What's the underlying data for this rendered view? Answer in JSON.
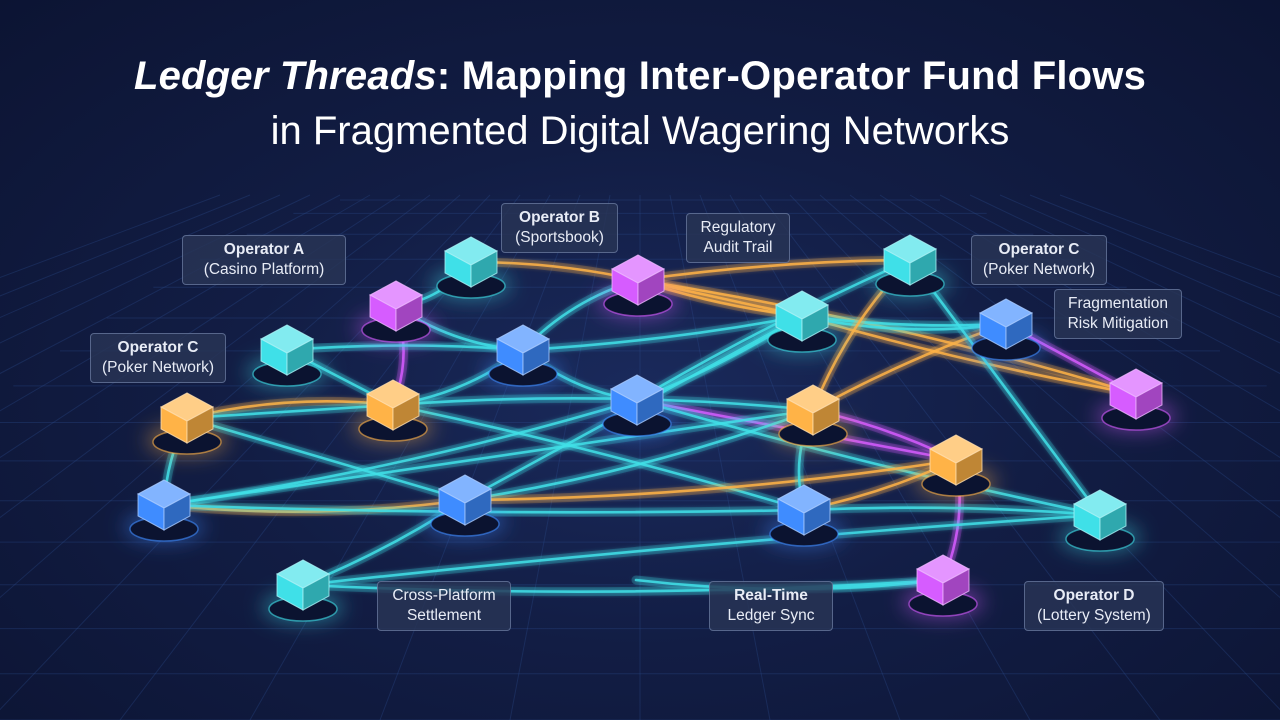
{
  "header": {
    "title_accent": "Ledger Threads",
    "title_rest": ": Mapping Inter-Operator Fund Flows",
    "subtitle": "in Fragmented Digital Wagering Networks"
  },
  "colors": {
    "cyan": "#3fe0e8",
    "blue": "#3f8cff",
    "magenta": "#d65cff",
    "orange": "#ffb347",
    "background": "#121d44"
  },
  "labels": [
    {
      "id": "op-a",
      "line1": "Operator A",
      "line2": "(Casino Platform)",
      "bold": true
    },
    {
      "id": "op-b",
      "line1": "Operator B",
      "line2": "(Sportsbook)",
      "bold": true
    },
    {
      "id": "reg-audit",
      "line1": "Regulatory",
      "line2": "Audit Trail",
      "bold": false
    },
    {
      "id": "op-c-right",
      "line1": "Operator C",
      "line2": "(Poker Network)",
      "bold": true
    },
    {
      "id": "frag-risk",
      "line1": "Fragmentation",
      "line2": "Risk Mitigation",
      "bold": false
    },
    {
      "id": "op-c-left",
      "line1": "Operator C",
      "line2": "(Poker Network)",
      "bold": true
    },
    {
      "id": "cross-platform",
      "line1": "Cross-Platform",
      "line2": "Settlement",
      "bold": false
    },
    {
      "id": "real-time",
      "line1": "Real-Time",
      "line2": "Ledger Sync",
      "bold": false
    },
    {
      "id": "op-d",
      "line1": "Operator D",
      "line2": "(Lottery System)",
      "bold": true
    }
  ],
  "nodes": [
    {
      "id": "n1",
      "color": "cyan"
    },
    {
      "id": "n2",
      "color": "magenta"
    },
    {
      "id": "n3",
      "color": "cyan"
    },
    {
      "id": "n4",
      "color": "cyan"
    },
    {
      "id": "n5",
      "color": "magenta"
    },
    {
      "id": "n6",
      "color": "blue"
    },
    {
      "id": "n7",
      "color": "cyan"
    },
    {
      "id": "n8",
      "color": "blue"
    },
    {
      "id": "n9",
      "color": "orange"
    },
    {
      "id": "n10",
      "color": "orange"
    },
    {
      "id": "n11",
      "color": "blue"
    },
    {
      "id": "n12",
      "color": "blue"
    },
    {
      "id": "n13",
      "color": "magenta"
    },
    {
      "id": "n14",
      "color": "orange"
    },
    {
      "id": "n15",
      "color": "blue"
    },
    {
      "id": "n16",
      "color": "orange"
    },
    {
      "id": "n17",
      "color": "blue"
    },
    {
      "id": "n18",
      "color": "cyan"
    },
    {
      "id": "n19",
      "color": "cyan"
    },
    {
      "id": "n20",
      "color": "cyan"
    },
    {
      "id": "n21",
      "color": "magenta"
    }
  ],
  "edges": [
    {
      "from": "n1",
      "to": "n5",
      "color": "cyan"
    },
    {
      "from": "n1",
      "to": "n2",
      "color": "orange"
    },
    {
      "from": "n2",
      "to": "n4",
      "color": "orange"
    },
    {
      "from": "n2",
      "to": "n7",
      "color": "orange"
    },
    {
      "from": "n2",
      "to": "n6",
      "color": "cyan"
    },
    {
      "from": "n2",
      "to": "n13",
      "color": "orange"
    },
    {
      "from": "n2",
      "to": "n18",
      "color": "orange"
    },
    {
      "from": "n4",
      "to": "n7",
      "color": "cyan"
    },
    {
      "from": "n4",
      "to": "n12",
      "color": "cyan"
    },
    {
      "from": "n5",
      "to": "n6",
      "color": "cyan"
    },
    {
      "from": "n5",
      "to": "n9",
      "color": "magenta"
    },
    {
      "from": "n3",
      "to": "n6",
      "color": "cyan"
    },
    {
      "from": "n3",
      "to": "n9",
      "color": "cyan"
    },
    {
      "from": "n6",
      "to": "n7",
      "color": "cyan"
    },
    {
      "from": "n6",
      "to": "n8",
      "color": "cyan"
    },
    {
      "from": "n6",
      "to": "n9",
      "color": "cyan"
    },
    {
      "from": "n7",
      "to": "n8",
      "color": "cyan"
    },
    {
      "from": "n7",
      "to": "n11",
      "color": "cyan"
    },
    {
      "from": "n7",
      "to": "n13",
      "color": "orange"
    },
    {
      "from": "n7",
      "to": "n12",
      "color": "cyan"
    },
    {
      "from": "n8",
      "to": "n15",
      "color": "cyan"
    },
    {
      "from": "n8",
      "to": "n18",
      "color": "cyan"
    },
    {
      "from": "n8",
      "to": "n14",
      "color": "magenta"
    },
    {
      "from": "n8",
      "to": "n19",
      "color": "cyan"
    },
    {
      "from": "n9",
      "to": "n10",
      "color": "orange"
    },
    {
      "from": "n9",
      "to": "n16",
      "color": "cyan"
    },
    {
      "from": "n9",
      "to": "n17",
      "color": "cyan"
    },
    {
      "from": "n10",
      "to": "n11",
      "color": "cyan"
    },
    {
      "from": "n10",
      "to": "n15",
      "color": "cyan"
    },
    {
      "from": "n11",
      "to": "n16",
      "color": "cyan"
    },
    {
      "from": "n11",
      "to": "n15",
      "color": "orange"
    },
    {
      "from": "n11",
      "to": "n20",
      "color": "cyan"
    },
    {
      "from": "n12",
      "to": "n13",
      "color": "magenta"
    },
    {
      "from": "n12",
      "to": "n16",
      "color": "orange"
    },
    {
      "from": "n11",
      "to": "n14",
      "color": "orange"
    },
    {
      "from": "n14",
      "to": "n21",
      "color": "magenta"
    },
    {
      "from": "n14",
      "to": "n17",
      "color": "orange"
    },
    {
      "from": "n15",
      "to": "n16",
      "color": "cyan"
    },
    {
      "from": "n15",
      "to": "n17",
      "color": "cyan"
    },
    {
      "from": "n16",
      "to": "n17",
      "color": "cyan"
    },
    {
      "from": "n16",
      "to": "n18",
      "color": "orange"
    },
    {
      "from": "n17",
      "to": "n19",
      "color": "cyan"
    },
    {
      "from": "n18",
      "to": "n19",
      "color": "cyan"
    },
    {
      "from": "n19",
      "to": "n20",
      "color": "cyan"
    },
    {
      "from": "n20",
      "to": "n21",
      "color": "cyan"
    },
    {
      "from": "n21",
      "to": "n22",
      "color": "cyan"
    },
    {
      "from": "n16",
      "to": "n14",
      "color": "magenta"
    },
    {
      "from": "n10",
      "to": "n9",
      "color": "cyan"
    }
  ]
}
